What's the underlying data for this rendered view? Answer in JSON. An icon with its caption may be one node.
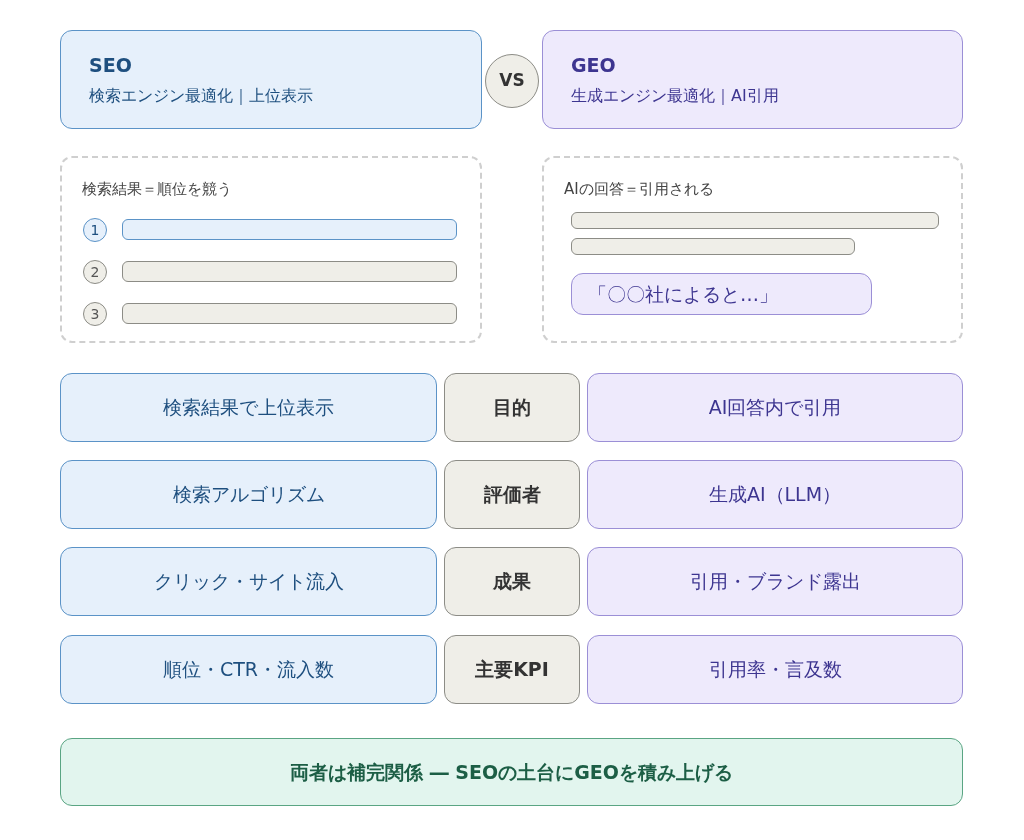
{
  "diagram": {
    "nodes": [
      {
        "text": [
          "SEO",
          "検索エンジン最適化｜上位表示"
        ]
      },
      {
        "text": [
          "VS"
        ]
      },
      {
        "text": [
          "GEO",
          "生成エンジン最適化｜AI引用"
        ]
      },
      {
        "text": [
          "検索結果＝順位を競う"
        ]
      },
      {
        "text": [
          "1"
        ],
        "in": 3
      },
      {
        "text": [],
        "shape": "bar",
        "in": 3
      },
      {
        "text": [
          "2"
        ],
        "in": 3
      },
      {
        "text": [],
        "shape": "bar",
        "in": 3
      },
      {
        "text": [
          "3"
        ],
        "in": 3
      },
      {
        "text": [],
        "shape": "bar",
        "in": 3
      },
      {
        "text": [
          "AIの回答＝引用される"
        ]
      },
      {
        "text": [],
        "shape": "bar",
        "in": 10
      },
      {
        "text": [],
        "shape": "bar",
        "in": 10
      },
      {
        "text": [
          "「〇〇社によると…」"
        ],
        "in": 10
      },
      {
        "text": [
          "検索結果で上位表示"
        ]
      },
      {
        "text": [
          "目的"
        ]
      },
      {
        "text": [
          "AI回答内で引用"
        ]
      },
      {
        "text": [
          "検索アルゴリズム"
        ]
      },
      {
        "text": [
          "評価者"
        ]
      },
      {
        "text": [
          "生成AI（LLM）"
        ]
      },
      {
        "text": [
          "クリック・サイト流入"
        ]
      },
      {
        "text": [
          "成果"
        ]
      },
      {
        "text": [
          "引用・ブランド露出"
        ]
      },
      {
        "text": [
          "順位・CTR・流入数"
        ]
      },
      {
        "text": [
          "主要KPI"
        ]
      },
      {
        "text": [
          "引用率・言及数"
        ]
      },
      {
        "text": [
          "両者は補完関係 ― SEOの土台にGEOを積み上げる"
        ]
      }
    ]
  }
}
